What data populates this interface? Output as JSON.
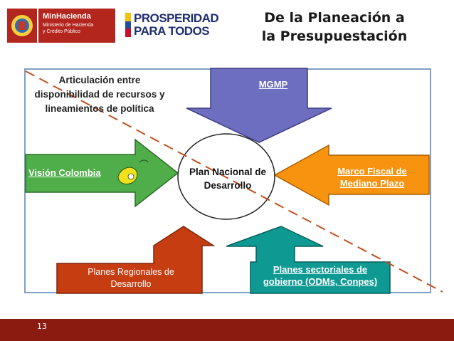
{
  "header": {
    "title_line1": "De la Planeación a",
    "title_line2": "la Presupuestación",
    "logo_left_name": "MinHacienda",
    "logo_left_sub1": "Ministerio de Hacienda",
    "logo_left_sub2": "y Crédito Público",
    "logo_right_line1": "PROSPERIDAD",
    "logo_right_line2": "PARA TODOS"
  },
  "diagram": {
    "articulacion": "Articulación entre disponibilidad de recursos y lineamientos de política",
    "mgmp": "MGMP",
    "vision": "Visión Colombia",
    "plan_line1": "Plan Nacional de",
    "plan_line2": "Desarrollo",
    "marco_line1": "Marco Fiscal de",
    "marco_line2": "Mediano Plazo",
    "regionales_line1": "Planes Regionales de",
    "regionales_line2": "Desarrollo",
    "sectoriales_line1": "Planes sectoriales de",
    "sectoriales_line2": "gobierno (ODMs, Conpes)"
  },
  "colors": {
    "mgmp_arrow": "#6e6ec0",
    "vision_arrow": "#4fae4a",
    "marco_arrow": "#f7930e",
    "regionales_arrow": "#c73d12",
    "sectoriales_arrow": "#0e9a93",
    "dashed_line": "#c0501e",
    "footer": "#8b1a10"
  },
  "footer": {
    "page_number": "13"
  }
}
